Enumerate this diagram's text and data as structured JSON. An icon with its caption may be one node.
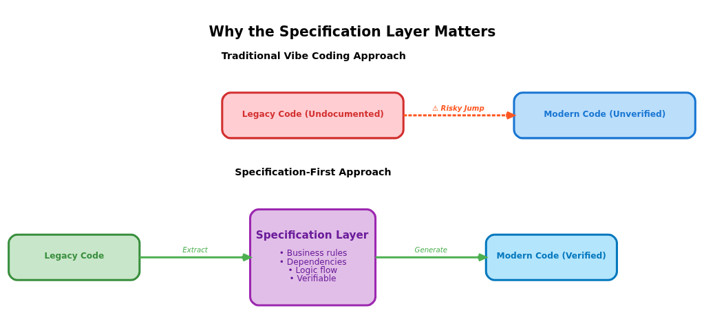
{
  "diagram": {
    "title": "Why the Specification Layer Matters",
    "nodes": [
      {
        "text": [
          "Legacy Code (Undocumented)"
        ]
      },
      {
        "text": [
          "Modern Code (Unverified)"
        ]
      },
      {
        "text": [
          "Legacy Code"
        ]
      },
      {
        "text": [
          "Specification Layer",
          "• Business rules",
          "• Dependencies",
          "• Logic flow",
          "• Verifiable"
        ]
      },
      {
        "text": [
          "Modern Code (Verified)"
        ]
      }
    ],
    "edges": [
      {
        "from": 0,
        "to": 1,
        "arrow": "to",
        "label": "⚠ Risky Jump",
        "style": "dashed",
        "color": "#ff5722"
      },
      {
        "from": 2,
        "to": 3,
        "arrow": "to",
        "label": "Extract"
      },
      {
        "from": 3,
        "to": 4,
        "arrow": "to",
        "label": "Generate"
      }
    ],
    "labels": [
      "Traditional Vibe Coding Approach",
      "Specification-First Approach"
    ]
  }
}
